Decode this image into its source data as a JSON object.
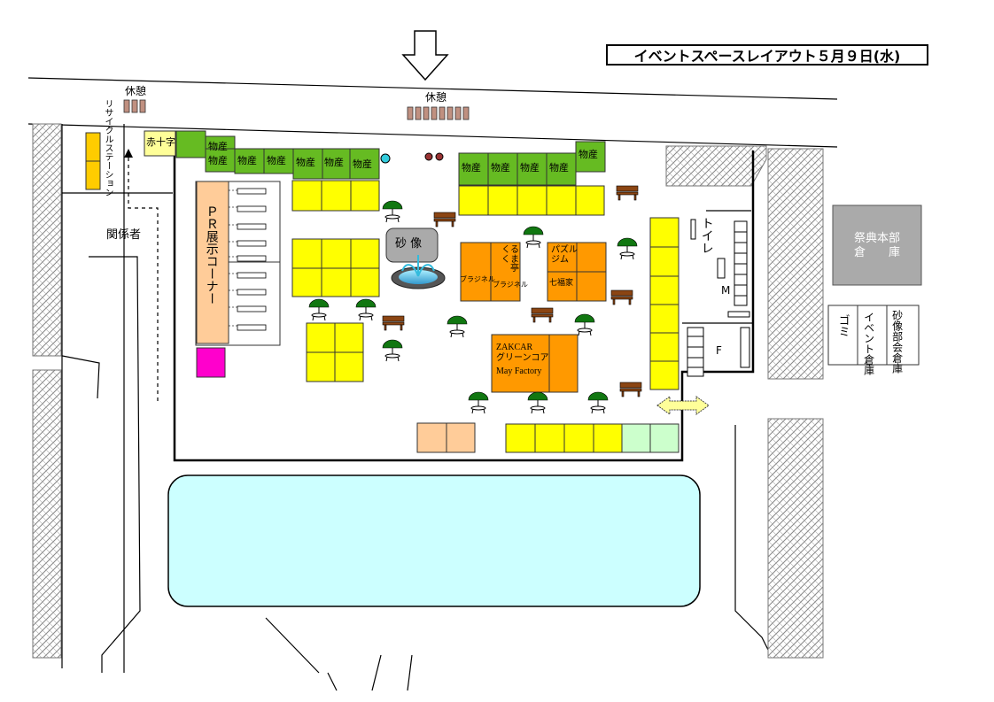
{
  "title": "イベントスペースレイアウト５月９日(水)",
  "labels": {
    "rest_top": "休憩",
    "rest_left": "休憩",
    "recycle": "リサイクルステーション",
    "red_cross": "赤十字",
    "staff": "関係者",
    "pr_corner": "ＰＲ展示コーナー",
    "sand_statue": "砂 像",
    "toilet": "トイレ",
    "m": "M",
    "f": "F",
    "hq": "祭典本部\n倉　　庫",
    "garbage": "ゴミ",
    "event_storage": "イベント倉庫",
    "sand_storage": "砂像部会倉庫",
    "kurukuma": "くるくま亭",
    "puzzle": "パズル\nジム",
    "brunel1": "ブラジネル",
    "brunel2": "ブラジネル",
    "shichifuku": "七福家",
    "zakcar": "ZAKCAR",
    "greencore": "グリーンコア",
    "mayfactory": "May Factory"
  },
  "bussan_label": "物産",
  "colors": {
    "yellow": "#ffff00",
    "green": "#66bb22",
    "orange": "#ff9900",
    "peach": "#ffcc99",
    "magenta": "#ff00cc",
    "lightgreen": "#ccffcc",
    "pond": "#ccffff",
    "lightyellow": "#ffff99",
    "gold": "#ffcc00",
    "gray": "#aaaaaa",
    "bench": "#8b4513",
    "umbrella": "#117711"
  },
  "icons": [
    "down-arrow-icon",
    "fountain-icon",
    "umbrella-table-icon",
    "bench-icon",
    "double-arrow-icon"
  ]
}
